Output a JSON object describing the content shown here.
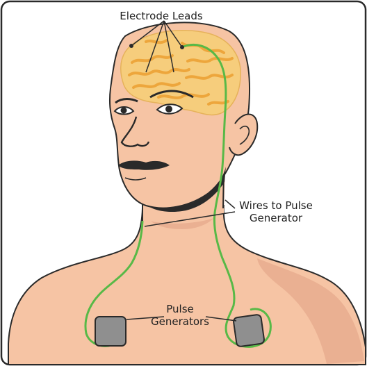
{
  "labels": {
    "electrode_leads": "Electrode Leads",
    "wires_line1": "Wires to Pulse",
    "wires_line2": "Generator",
    "pulse_line1": "Pulse",
    "pulse_line2": "Generators"
  },
  "colors": {
    "skin": "#f6c4a4",
    "skin_shadow": "#eab092",
    "brain": "#f6cd7c",
    "brain_folds": "#eda63c",
    "wire": "#58b947",
    "generator": "#8f8f8f",
    "outline": "#2a2a2a"
  }
}
